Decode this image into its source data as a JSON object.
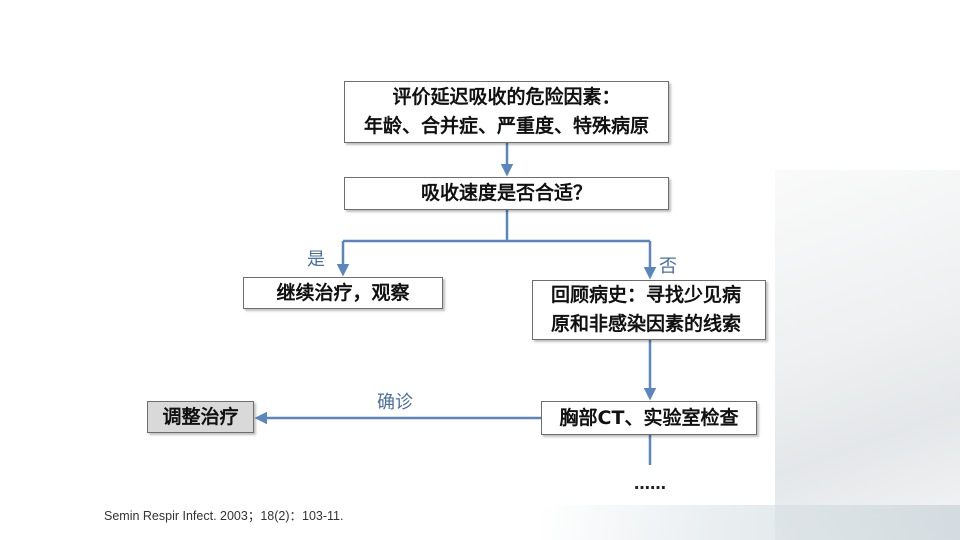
{
  "nodes": {
    "risk_factors": {
      "line1": "评价延迟吸收的危险因素：",
      "line2": "年龄、合并症、严重度、特殊病原"
    },
    "absorption_check": "吸收速度是否合适？",
    "continue_treatment": "继续治疗，观察",
    "review_history": {
      "line1": "回顾病史：寻找少见病",
      "line2": "原和非感染因素的线索"
    },
    "chest_ct": "胸部CT、实验室检查",
    "adjust_treatment": "调整治疗"
  },
  "edge_labels": {
    "yes": "是",
    "no": "否",
    "confirmed": "确诊"
  },
  "continuation": "……",
  "citation": "Semin Respir Infect. 2003；18(2)：103-11.",
  "colors": {
    "connector": "#5b86bd",
    "label": "#4a6fa0",
    "box_border": "#6e6e6e",
    "adjust_fill": "#d9d9d9"
  }
}
